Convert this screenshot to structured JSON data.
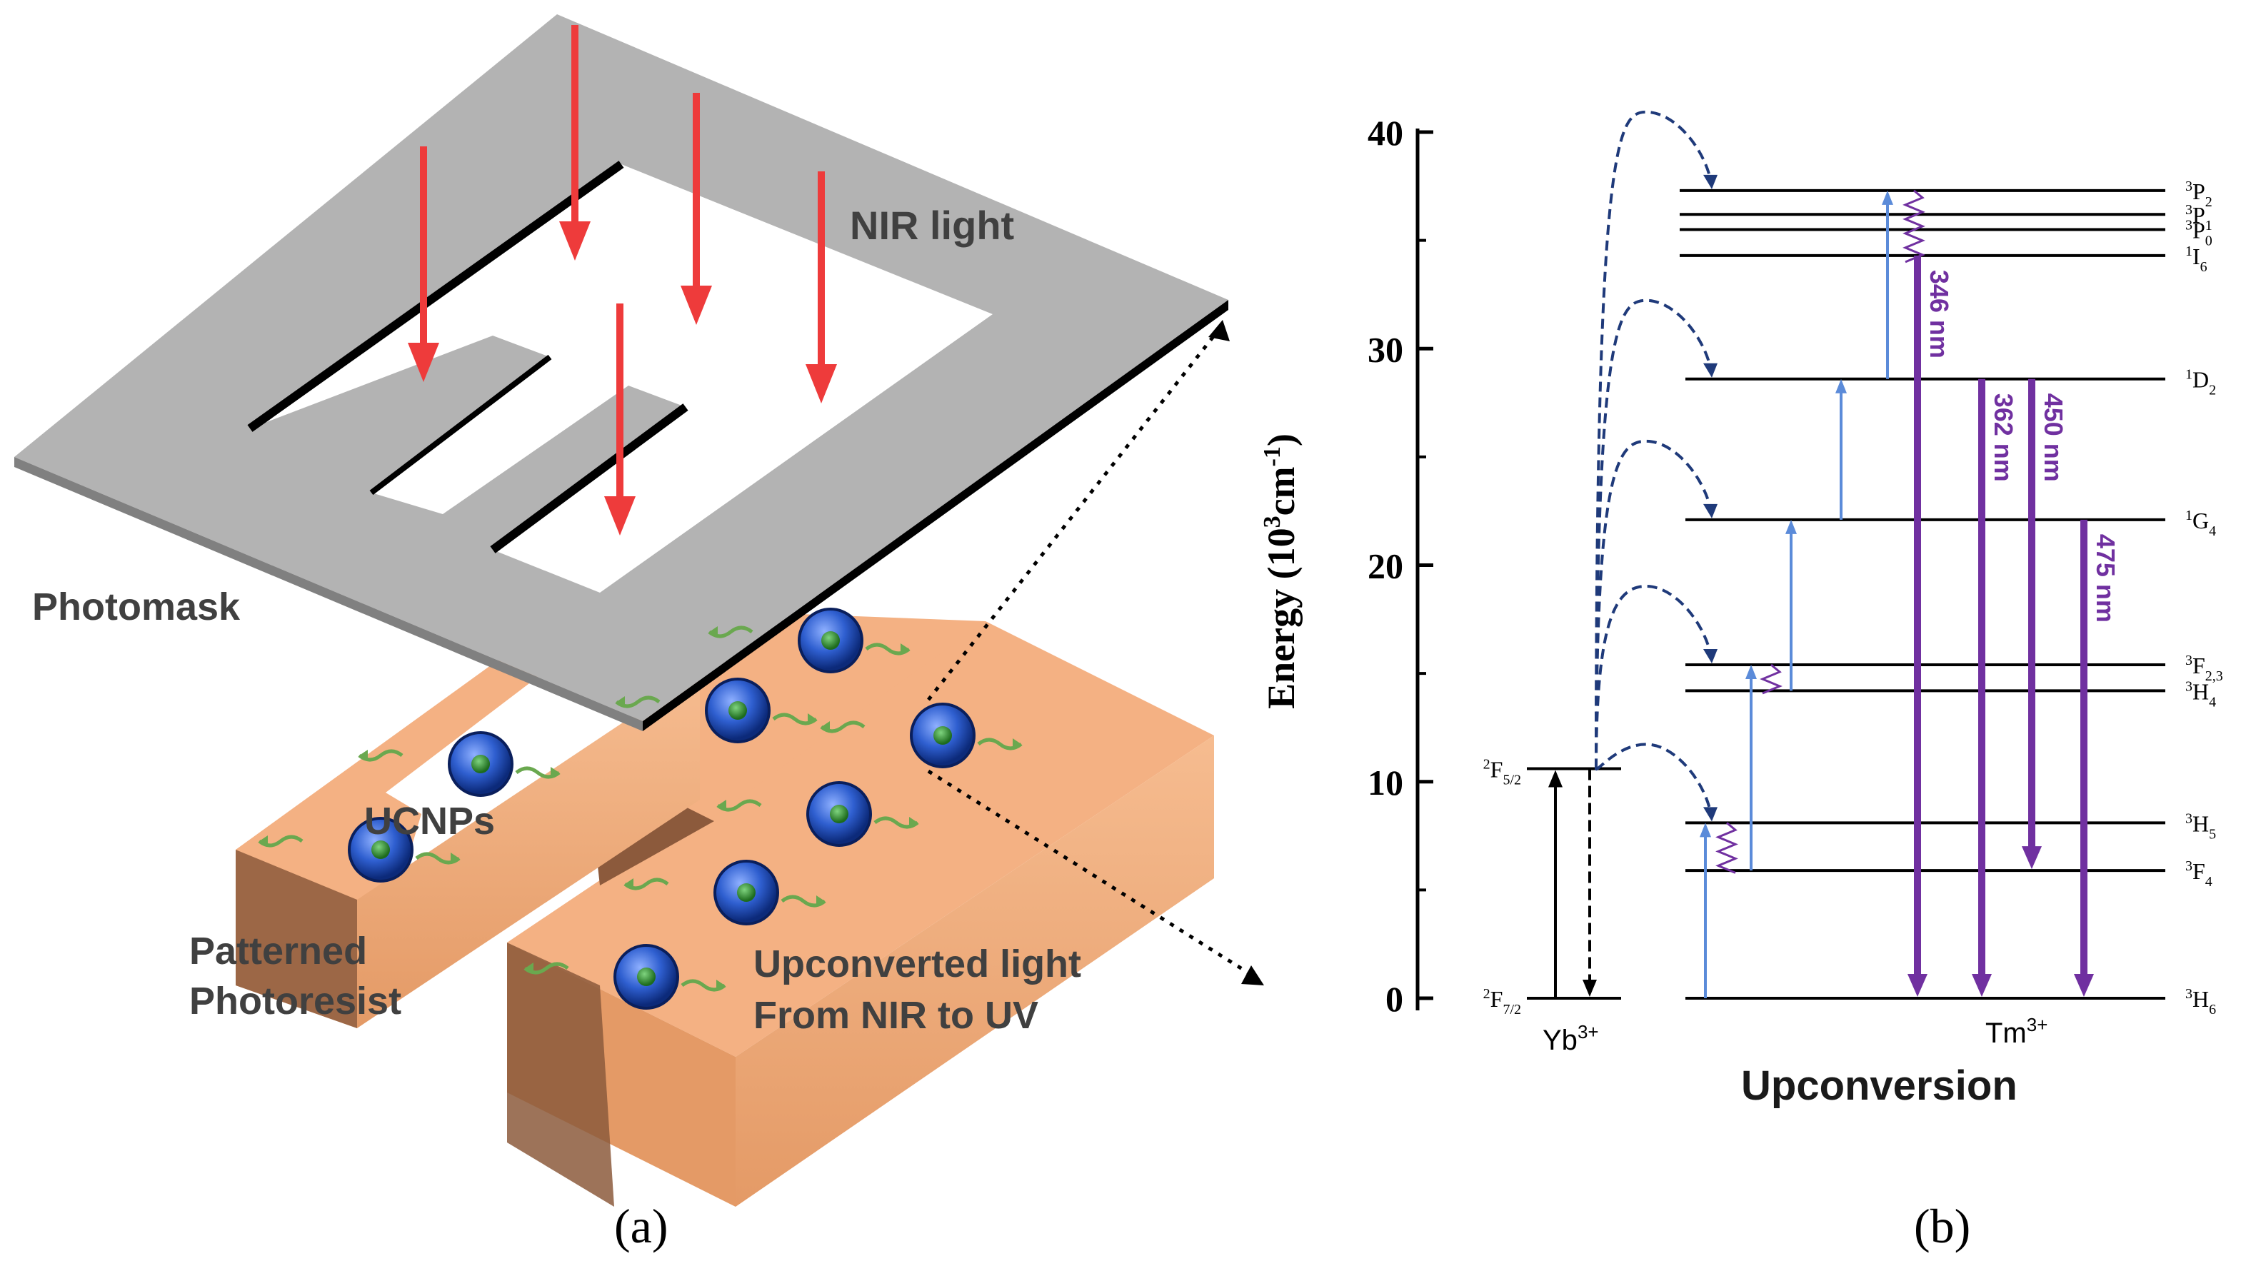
{
  "panel_a": {
    "caption": "(a)",
    "labels": {
      "nir_light": "NIR light",
      "photomask": "Photomask",
      "ucnps": "UCNPs",
      "patterned_line1": "Patterned",
      "patterned_line2": "Photoresist",
      "upconverted_line1": "Upconverted light",
      "upconverted_line2": "From NIR to UV"
    }
  },
  "panel_b": {
    "caption": "(b)",
    "title": "Upconversion",
    "y_axis": {
      "label_prefix": "Energy (10",
      "label_sup": "3",
      "label_mid": "cm",
      "label_sup2": "-1",
      "label_suffix": ")",
      "min": 0,
      "max": 40,
      "ticks": [
        0,
        10,
        20,
        30,
        40
      ]
    },
    "yb_ion": {
      "label": "Yb",
      "label_sup": "3+",
      "levels": [
        {
          "term": "F",
          "sup": "2",
          "sub": "7/2",
          "energy": 0
        },
        {
          "term": "F",
          "sup": "2",
          "sub": "5/2",
          "energy": 10.6
        }
      ]
    },
    "tm_ion": {
      "label": "Tm",
      "label_sup": "3+",
      "levels": [
        {
          "term": "H",
          "sup": "3",
          "sub": "6",
          "energy": 0
        },
        {
          "term": "F",
          "sup": "3",
          "sub": "4",
          "energy": 5.9
        },
        {
          "term": "H",
          "sup": "3",
          "sub": "5",
          "energy": 8.1
        },
        {
          "term": "H",
          "sup": "3",
          "sub": "4",
          "energy": 14.2
        },
        {
          "term": "F",
          "sup": "3",
          "sub": "2,3",
          "energy": 15.4
        },
        {
          "term": "G",
          "sup": "1",
          "sub": "4",
          "energy": 22.1
        },
        {
          "term": "D",
          "sup": "1",
          "sub": "2",
          "energy": 28.6
        },
        {
          "term": "I",
          "sup": "1",
          "sub": "6",
          "energy": 34.3
        },
        {
          "term": "P",
          "sup": "3",
          "sub": "0",
          "energy": 35.5
        },
        {
          "term": "P",
          "sup": "3",
          "sub": "1",
          "energy": 36.2
        },
        {
          "term": "P",
          "sup": "3",
          "sub": "2",
          "energy": 37.3
        }
      ]
    },
    "emissions": [
      {
        "label": "346 nm",
        "from": 34.3,
        "to": 0
      },
      {
        "label": "362 nm",
        "from": 28.6,
        "to": 0
      },
      {
        "label": "450 nm",
        "from": 28.6,
        "to": 5.9
      },
      {
        "label": "475 nm",
        "from": 22.1,
        "to": 0
      }
    ],
    "colors": {
      "emission": "#7030a0",
      "excitation": "#5b8bd9",
      "energy_transfer": "#1f3a7a",
      "levels": "#000000"
    }
  },
  "colors": {
    "photomask": "#b3b3b3",
    "photoresist": "#f4b183",
    "photoresist_shade": "#8c5a3c",
    "nir_arrow": "#ee3b3b",
    "particle": "#2f5fd0",
    "particle_core": "#2e8b2e",
    "wave": "#6aa84f"
  }
}
